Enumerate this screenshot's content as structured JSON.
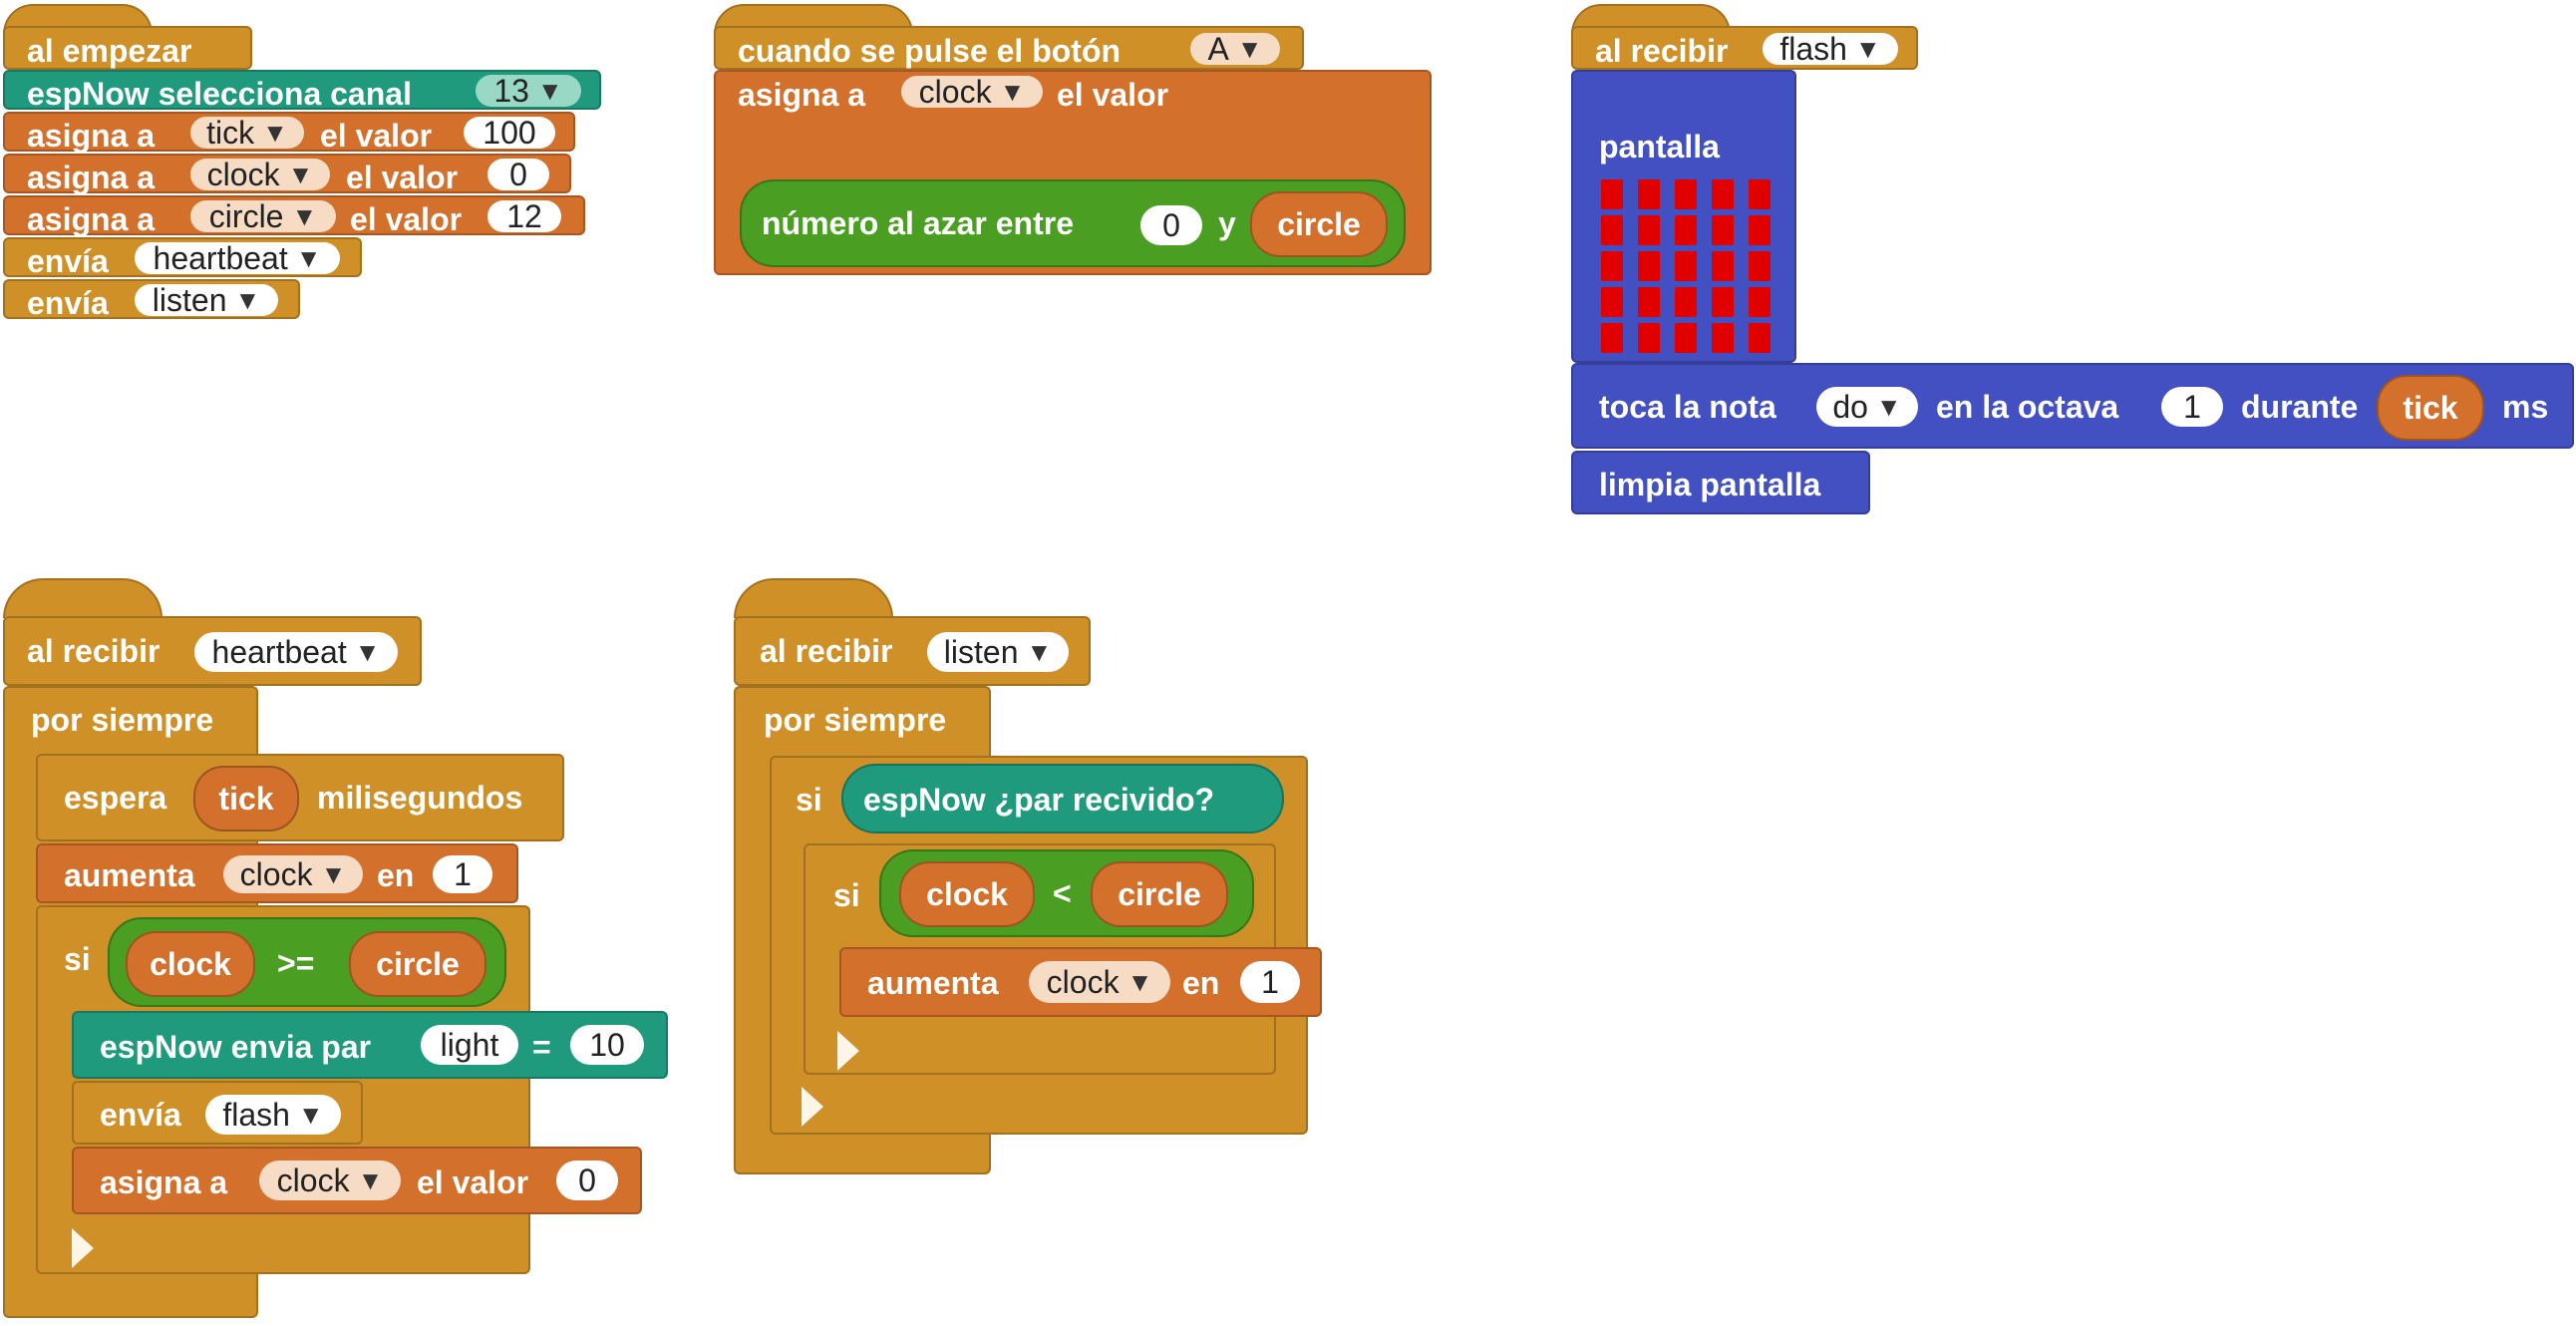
{
  "app": {
    "name": "MakeCode micro:bit block editor"
  },
  "colors": {
    "event": "#d09028",
    "variable": "#d2702c",
    "radio": "#1f9a7c",
    "led": "#4350c2",
    "logic": "#4a9e22",
    "led_on": "#e00000"
  },
  "start": {
    "hat": "al empezar",
    "channel_label": "espNow selecciona canal",
    "channel_value": "13",
    "set_label": "asigna a",
    "value_label": "el valor",
    "set_tick_var": "tick",
    "set_tick_value": "100",
    "set_clock_var": "clock",
    "set_clock_value": "0",
    "set_circle_var": "circle",
    "set_circle_value": "12",
    "send_label": "envía",
    "send_1": "heartbeat",
    "send_2": "listen"
  },
  "button": {
    "hat": "cuando se pulse el botón",
    "button_value": "A",
    "set_label": "asigna a",
    "var": "clock",
    "value_label": "el valor",
    "random_label": "número al azar entre",
    "random_from": "0",
    "and_label": "y",
    "random_to": "circle"
  },
  "flash": {
    "hat": "al recibir",
    "message": "flash",
    "screen_label": "pantalla",
    "note_label_1": "toca la nota",
    "note_value": "do",
    "note_label_2": "en la octava",
    "octave_value": "1",
    "note_label_3": "durante",
    "duration_var": "tick",
    "note_label_4": "ms",
    "clear_label": "limpia pantalla"
  },
  "heartbeat": {
    "hat": "al recibir",
    "message": "heartbeat",
    "forever_label": "por siempre",
    "wait_label": "espera",
    "wait_var": "tick",
    "wait_unit": "milisegundos",
    "inc_label": "aumenta",
    "inc_var": "clock",
    "inc_in": "en",
    "inc_value": "1",
    "if_label": "si",
    "cond_left": "clock",
    "cond_op": ">=",
    "cond_right": "circle",
    "pair_label": "espNow envia par",
    "pair_key": "light",
    "pair_eq": "=",
    "pair_value": "10",
    "send_label": "envía",
    "send_msg": "flash",
    "set_label": "asigna a",
    "set_var": "clock",
    "value_label": "el valor",
    "set_value": "0"
  },
  "listen": {
    "hat": "al recibir",
    "message": "listen",
    "forever_label": "por siempre",
    "if1_label": "si",
    "cond1": "espNow ¿par recivido?",
    "if2_label": "si",
    "cond2_left": "clock",
    "cond2_op": "<",
    "cond2_right": "circle",
    "inc_label": "aumenta",
    "inc_var": "clock",
    "inc_in": "en",
    "inc_value": "1"
  }
}
